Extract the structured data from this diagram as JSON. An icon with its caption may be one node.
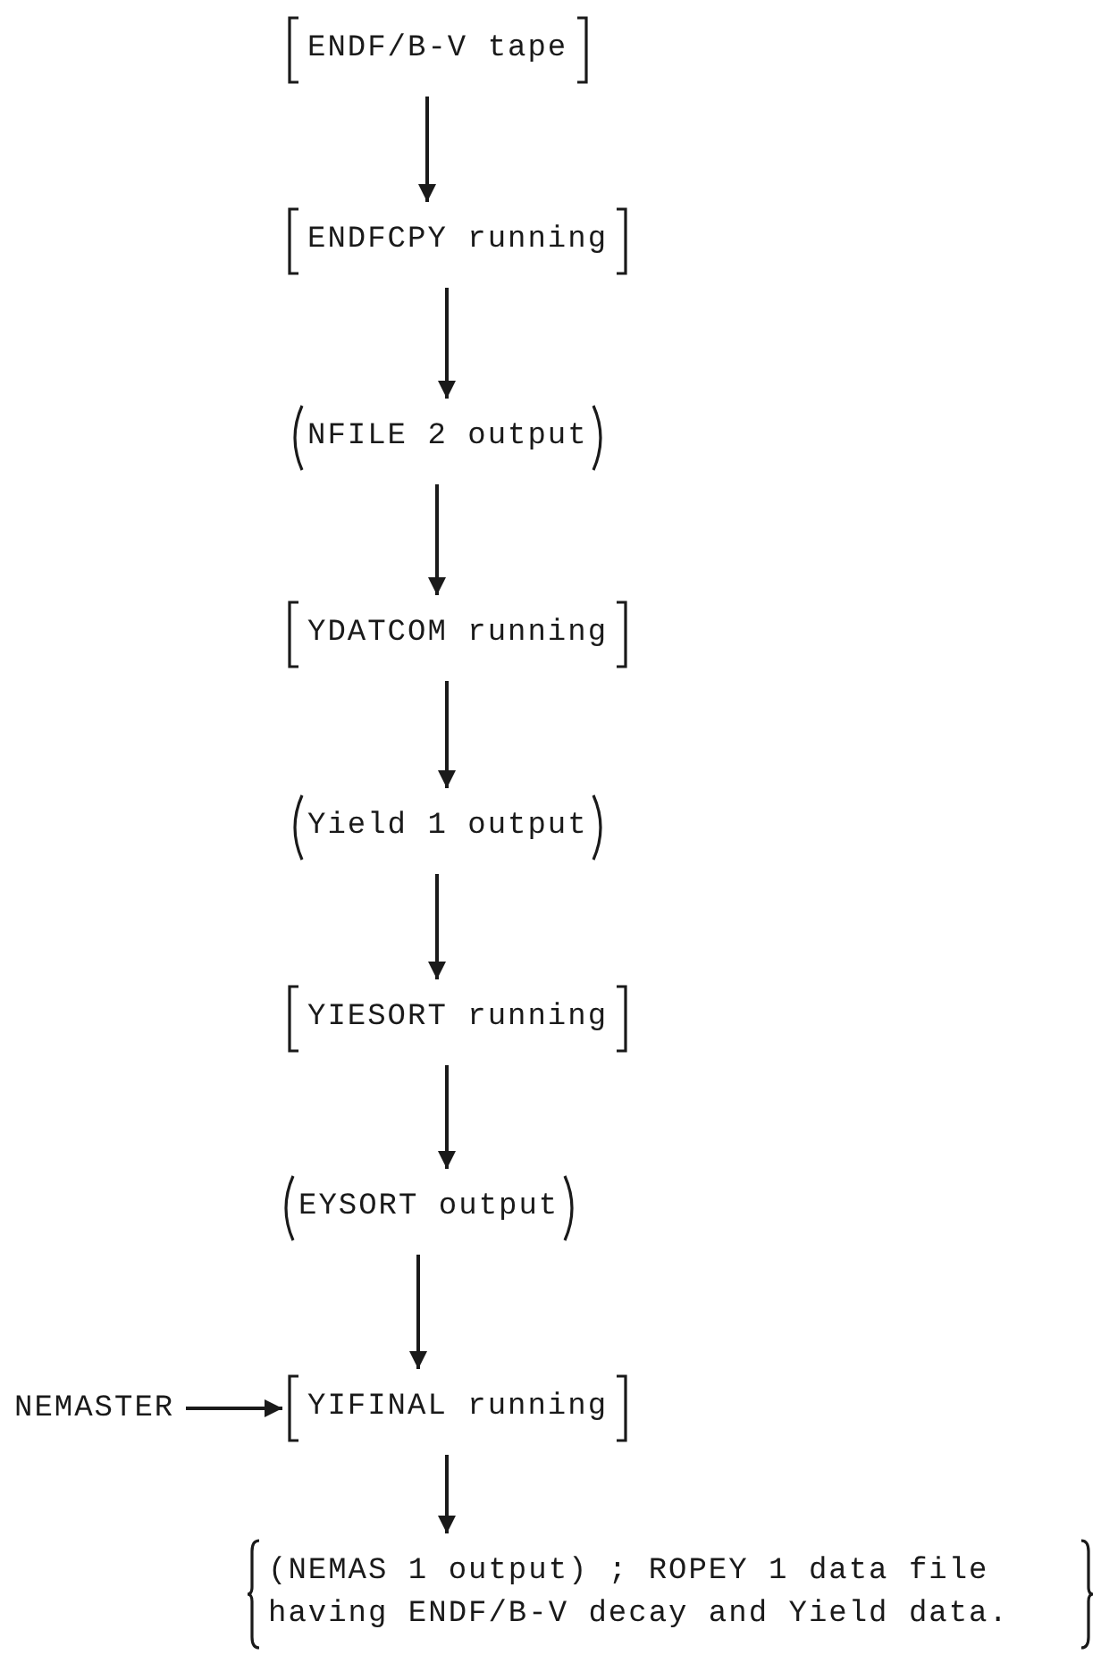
{
  "diagram": {
    "nodes": [
      {
        "text": [
          "ENDF/B-V tape"
        ]
      },
      {
        "text": [
          "ENDFCPY running"
        ]
      },
      {
        "text": [
          "NFILE 2 output"
        ]
      },
      {
        "text": [
          "YDATCOM running"
        ]
      },
      {
        "text": [
          "Yield 1 output"
        ]
      },
      {
        "text": [
          "YIESORT running"
        ]
      },
      {
        "text": [
          "EYSORT output"
        ]
      },
      {
        "text": [
          "NEMASTER"
        ]
      },
      {
        "text": [
          "YIFINAL running"
        ]
      },
      {
        "text": [
          "(NEMAS 1 output) ; ROPEY 1 data file having ENDF/B-V decay and Yield data."
        ]
      }
    ],
    "edges": [
      {
        "from": 0,
        "to": 1,
        "arrow": "to"
      },
      {
        "from": 1,
        "to": 2,
        "arrow": "to"
      },
      {
        "from": 2,
        "to": 3,
        "arrow": "to"
      },
      {
        "from": 3,
        "to": 4,
        "arrow": "to"
      },
      {
        "from": 4,
        "to": 5,
        "arrow": "to"
      },
      {
        "from": 5,
        "to": 6,
        "arrow": "to"
      },
      {
        "from": 6,
        "to": 8,
        "arrow": "to"
      },
      {
        "from": 7,
        "to": 8,
        "arrow": "to"
      },
      {
        "from": 8,
        "to": 9,
        "arrow": "to"
      }
    ]
  }
}
